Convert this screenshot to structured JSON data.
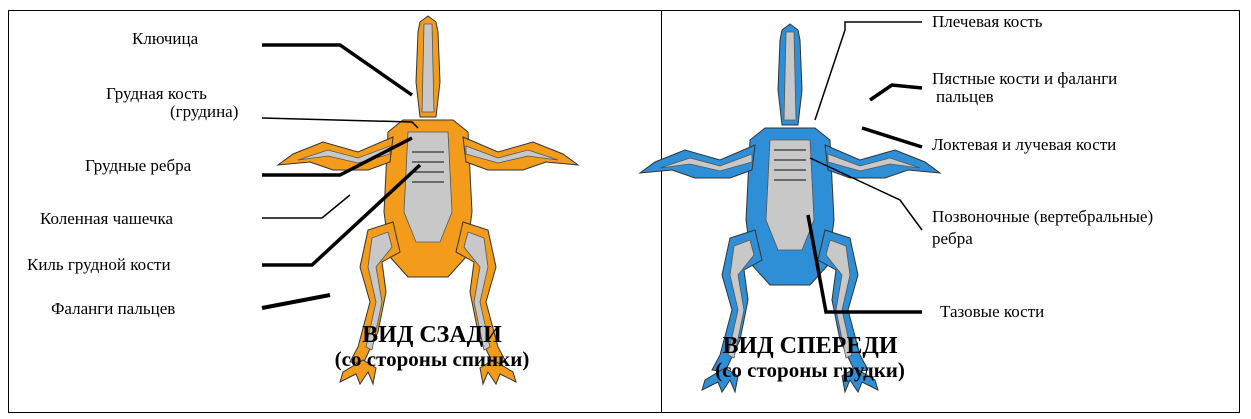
{
  "back_view": {
    "title": "ВИД СЗАДИ",
    "subtitle": "(со стороны спинки)",
    "labels": {
      "clavicle": "Ключица",
      "sternum_1": "Грудная кость",
      "sternum_2": "(грудина)",
      "thoracic_ribs": "Грудные ребра",
      "kneecap": "Коленная чашечка",
      "keel": "Киль грудной кости",
      "toe_phalanges": "Фаланги пальцев"
    },
    "color": "#F39C1C"
  },
  "front_view": {
    "title": "ВИД СПЕРЕДИ",
    "subtitle": "(со стороны грудки)",
    "labels": {
      "humerus": "Плечевая кость",
      "metacarpal_1": "Пястные кости и фаланги",
      "metacarpal_2": "пальцев",
      "ulna_radius": "Локтевая и лучевая кости",
      "vertebral_ribs_1": "Позвоночные (вертебральные)",
      "vertebral_ribs_2": "ребра",
      "pelvis": "Тазовые кости"
    },
    "color": "#2E8FD6"
  },
  "bone_color": "#C8C8C8"
}
